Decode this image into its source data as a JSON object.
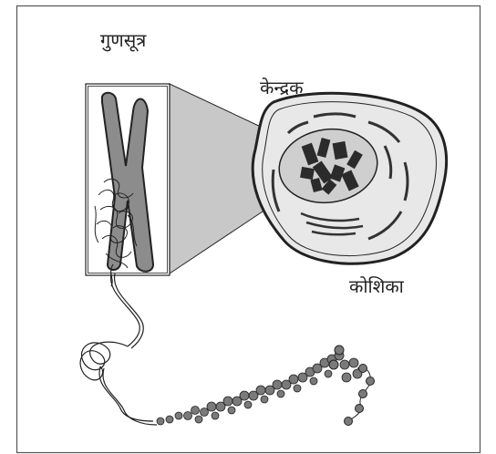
{
  "labels": {
    "chromosome": "गुणसूत्र",
    "nucleus": "केन्द्रक",
    "cell": "कोशिका"
  },
  "colors": {
    "chromosome_fill": "#8c8c8c",
    "chromatin_bead": "#7a7a7a",
    "zoom_cone": "#c8c8c8",
    "cell_fill": "#e8e8e8",
    "nucleus_fill": "#cfcfcf",
    "dark_chromosomes": "#2b2b2b",
    "outline": "#222222"
  }
}
